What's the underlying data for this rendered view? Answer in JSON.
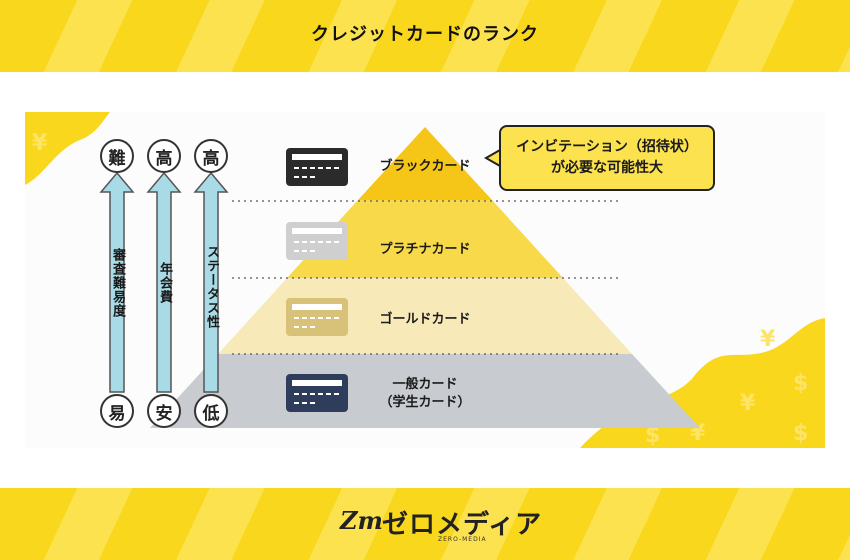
{
  "header": {
    "title": "クレジットカードのランク"
  },
  "axes": [
    {
      "top": "難",
      "label": "審査難易度",
      "bottom": "易"
    },
    {
      "top": "高",
      "label": "年会費",
      "bottom": "安"
    },
    {
      "top": "高",
      "label": "ステータス性",
      "bottom": "低"
    }
  ],
  "tiers": [
    {
      "label": "ブラックカード",
      "sub": "",
      "color": "#f5c518",
      "card_color": "#2b2b2b"
    },
    {
      "label": "プラチナカード",
      "sub": "",
      "color": "#f8d94a",
      "card_color": "#c9c9c9"
    },
    {
      "label": "ゴールドカード",
      "sub": "",
      "color": "#f7eab8",
      "card_color": "#d8c27a"
    },
    {
      "label": "一般カード",
      "sub": "（学生カード）",
      "color": "#c8cbd0",
      "card_color": "#2f3d5c"
    }
  ],
  "callout": {
    "line1": "インビテーション（招待状）",
    "line2": "が必要な可能性大"
  },
  "logo": {
    "mark": "Zm",
    "text": "ゼロメディア",
    "sub": "ZERO-MEDIA"
  },
  "colors": {
    "band": "#f9d71c",
    "arrow": "#a9dbe6",
    "accent_yellow": "#f5c518"
  }
}
